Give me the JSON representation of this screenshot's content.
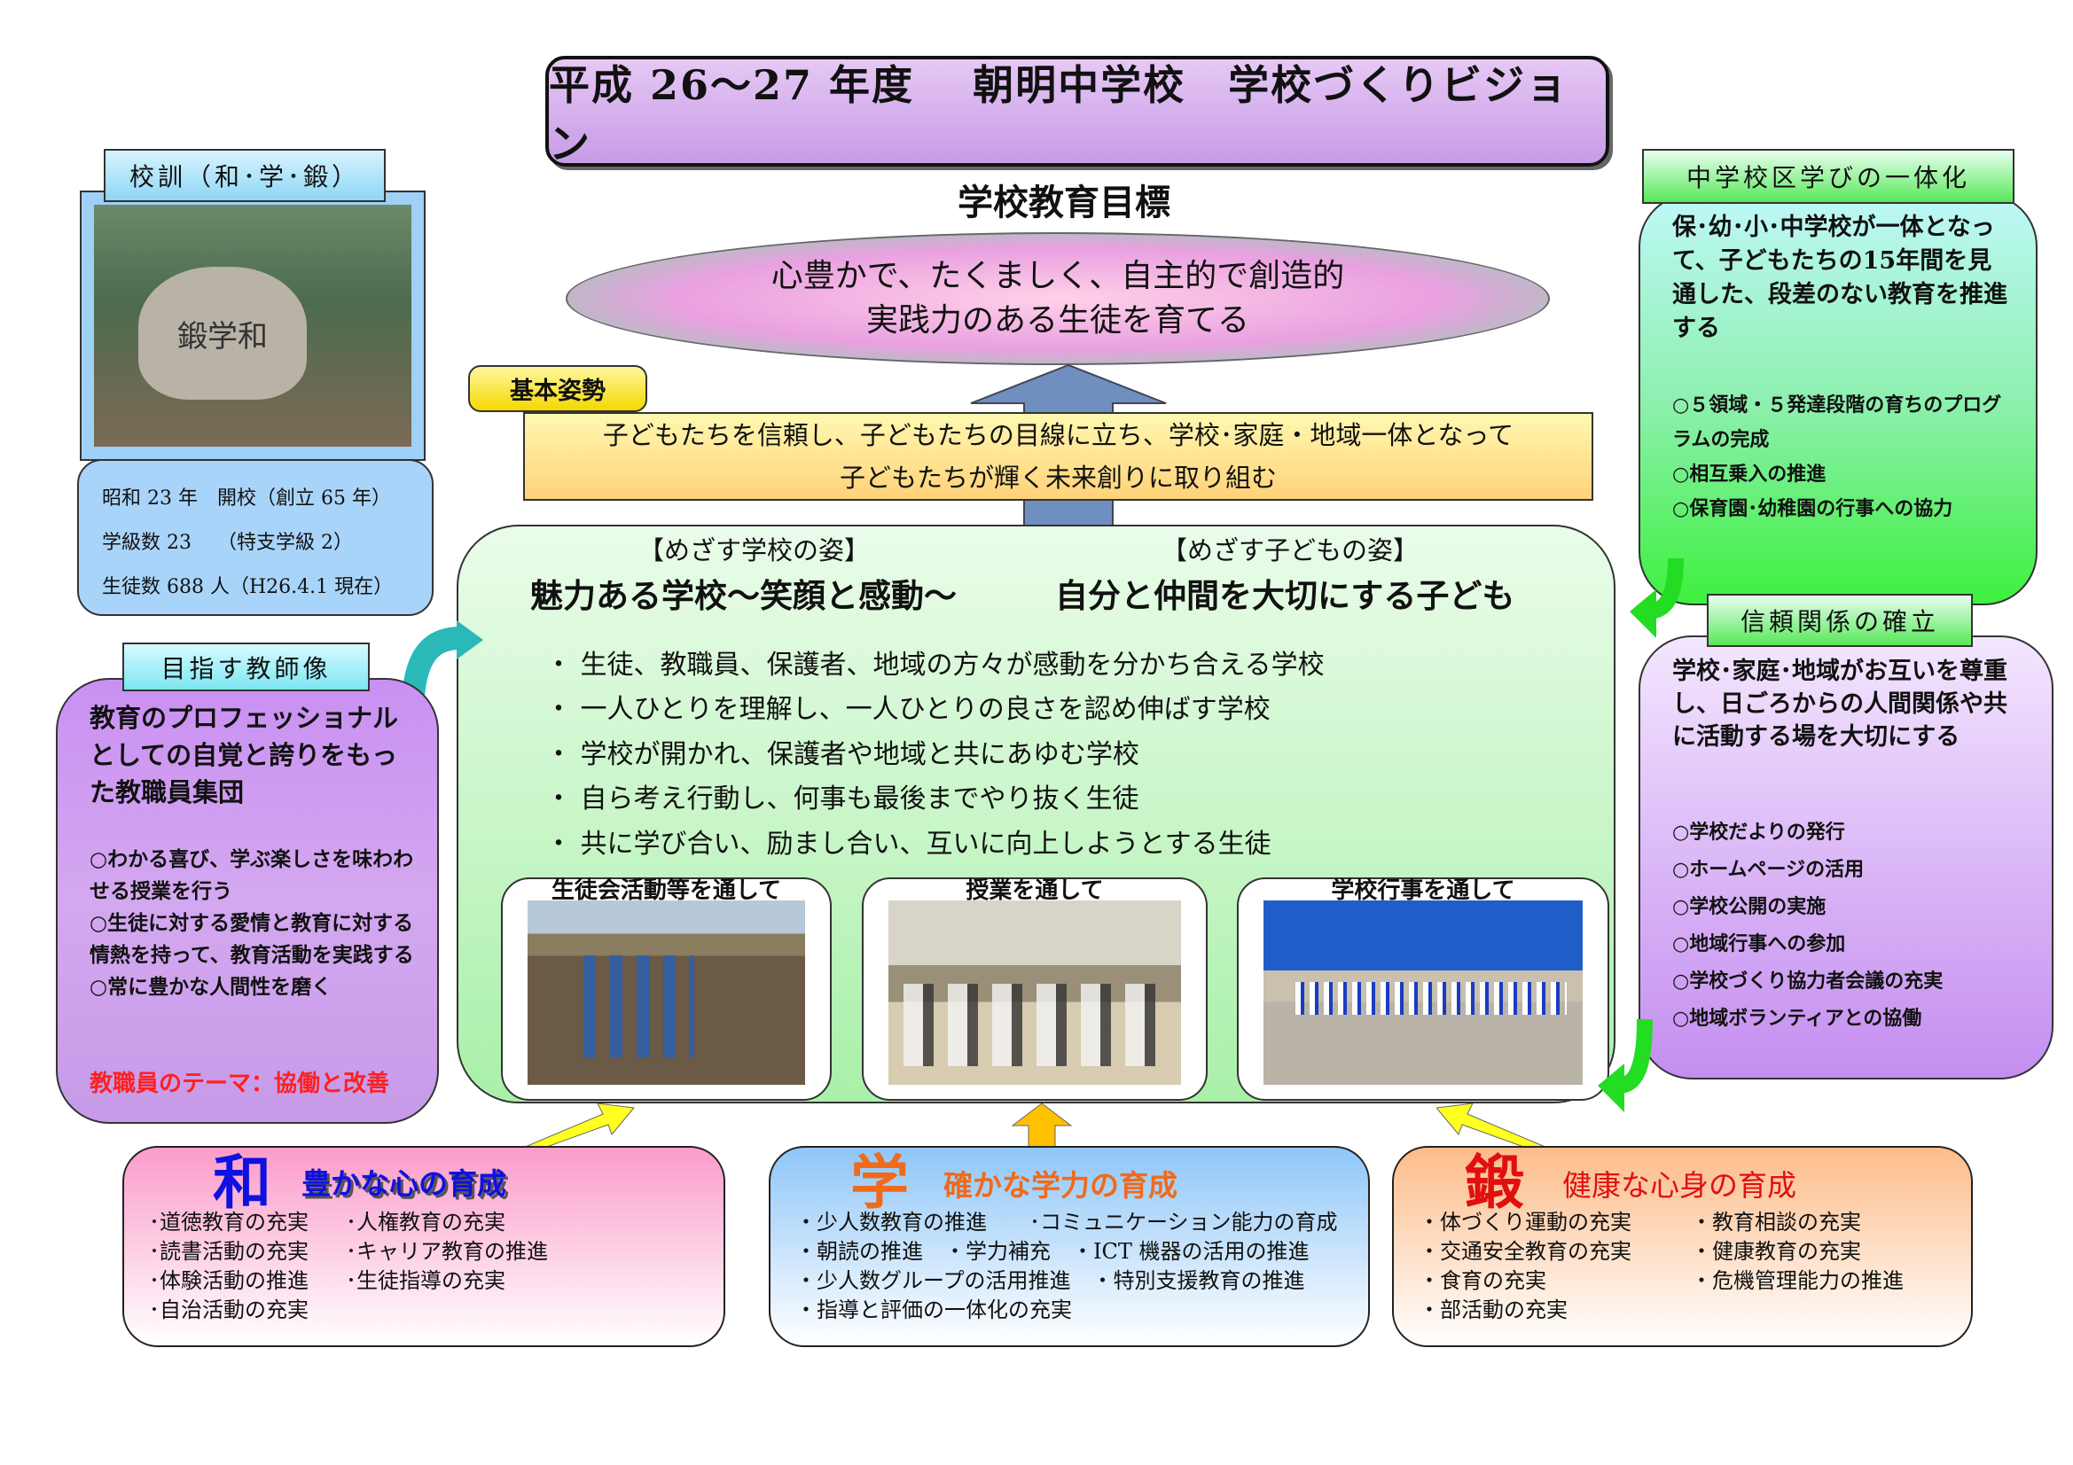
{
  "title": "平成 26～27 年度　 朝明中学校　学校づくりビジョン",
  "goal": {
    "heading": "学校教育目標",
    "lines": [
      "心豊かで、たくましく、自主的で創造的",
      "実践力のある生徒を育てる"
    ]
  },
  "stance": {
    "tag": "基本姿勢",
    "lines": [
      "子どもたちを信頼し、子どもたちの目線に立ち、学校･家庭・地域一体となって",
      "子どもたちが輝く未来創りに取り組む"
    ]
  },
  "main": {
    "school_head": "【めざす学校の姿】",
    "child_head": "【めざす子どもの姿】",
    "school_bold": "魅力ある学校～笑顔と感動～",
    "child_bold": "自分と仲間を大切にする子ども",
    "bullets": [
      "・ 生徒、教職員、保護者、地域の方々が感動を分かち合える学校",
      "・ 一人ひとりを理解し、一人ひとりの良さを認め伸ばす学校",
      "・ 学校が開かれ、保護者や地域と共にあゆむ学校",
      "・ 自ら考え行動し、何事も最後までやり抜く生徒",
      "・ 共に学び合い、励まし合い、互いに向上しようとする生徒"
    ],
    "photos": [
      "生徒会活動等を通して",
      "授業を通して",
      "学校行事を通して"
    ]
  },
  "motto": {
    "tag": "校訓（和･学･鍛）",
    "stone": "鍛学和",
    "info": [
      "昭和 23 年　開校（創立 65 年）",
      "学級数 23　 （特支学級 2）",
      "生徒数 688 人（H26.4.1 現在）"
    ]
  },
  "teacher": {
    "tag": "目指す教師像",
    "lead": "教育のプロフェッショナルとしての自覚と誇りをもった教職員集団",
    "items": [
      "○わかる喜び、学ぶ楽しさを味わわせる授業を行う",
      "○生徒に対する愛情と教育に対する情熱を持って、教育活動を実践する",
      "○常に豊かな人間性を磨く"
    ],
    "theme": "教職員のテーマ：協働と改善"
  },
  "unify": {
    "tag": "中学校区学びの一体化",
    "lead": "保･幼･小･中学校が一体となって、子どもたちの15年間を見通した、段差のない教育を推進する",
    "items": [
      "○５領域・５発達段階の育ちのプログラムの完成",
      "○相互乗入の推進",
      "○保育園･幼稚園の行事への協力"
    ]
  },
  "trust": {
    "tag": "信頼関係の確立",
    "lead": "学校･家庭･地域がお互いを尊重し、日ごろからの人間関係や共に活動する場を大切にする",
    "items": [
      "○学校だよりの発行",
      "○ホームページの活用",
      "○学校公開の実施",
      "○地域行事への参加",
      "○学校づくり協力者会議の充実",
      "○地域ボランティアとの協働"
    ]
  },
  "bottom": [
    {
      "char": "和",
      "title": "豊かな心の育成",
      "col1": [
        "･道徳教育の充実",
        "･読書活動の充実",
        "･体験活動の推進",
        "･自治活動の充実"
      ],
      "col2": [
        "･人権教育の充実",
        "･キャリア教育の推進",
        "･生徒指導の充実"
      ],
      "color": "#1010e0"
    },
    {
      "char": "学",
      "title": "確かな学力の育成",
      "rows": [
        "・少人数教育の推進　　･コミュニケーション能力の育成",
        "・朝読の推進　・学力補充　・ICT 機器の活用の推進",
        "・少人数グループの活用推進　・特別支援教育の推進",
        "・指導と評価の一体化の充実"
      ],
      "color": "#f06a1a"
    },
    {
      "char": "鍛",
      "title": "健康な心身の育成",
      "col1": [
        "・体づくり運動の充実",
        "・交通安全教育の充実",
        "・食育の充実",
        "・部活動の充実"
      ],
      "col2": [
        "・教育相談の充実",
        "・健康教育の充実",
        "・危機管理能力の推進"
      ],
      "color": "#e01010"
    }
  ]
}
